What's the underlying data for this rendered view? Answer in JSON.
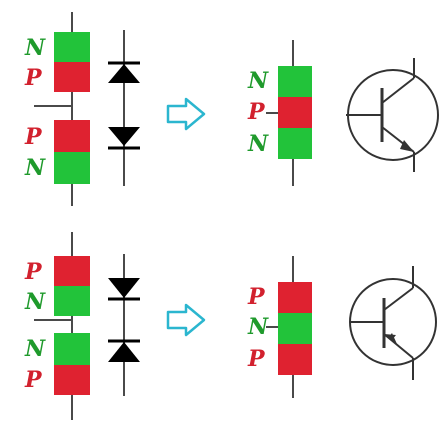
{
  "diagram": {
    "colors": {
      "n_region": "#22c33a",
      "p_region": "#df2230",
      "n_text": "#1f9a2c",
      "p_text": "#d2212e",
      "line": "#4a4a4a",
      "arrow": "#2bb6cf"
    },
    "npn": {
      "diode_pair": {
        "upper": [
          "N",
          "P"
        ],
        "lower": [
          "P",
          "N"
        ]
      },
      "transistor": [
        "N",
        "P",
        "N"
      ]
    },
    "pnp": {
      "diode_pair": {
        "upper": [
          "P",
          "N"
        ],
        "lower": [
          "N",
          "P"
        ]
      },
      "transistor": [
        "P",
        "N",
        "P"
      ]
    }
  }
}
